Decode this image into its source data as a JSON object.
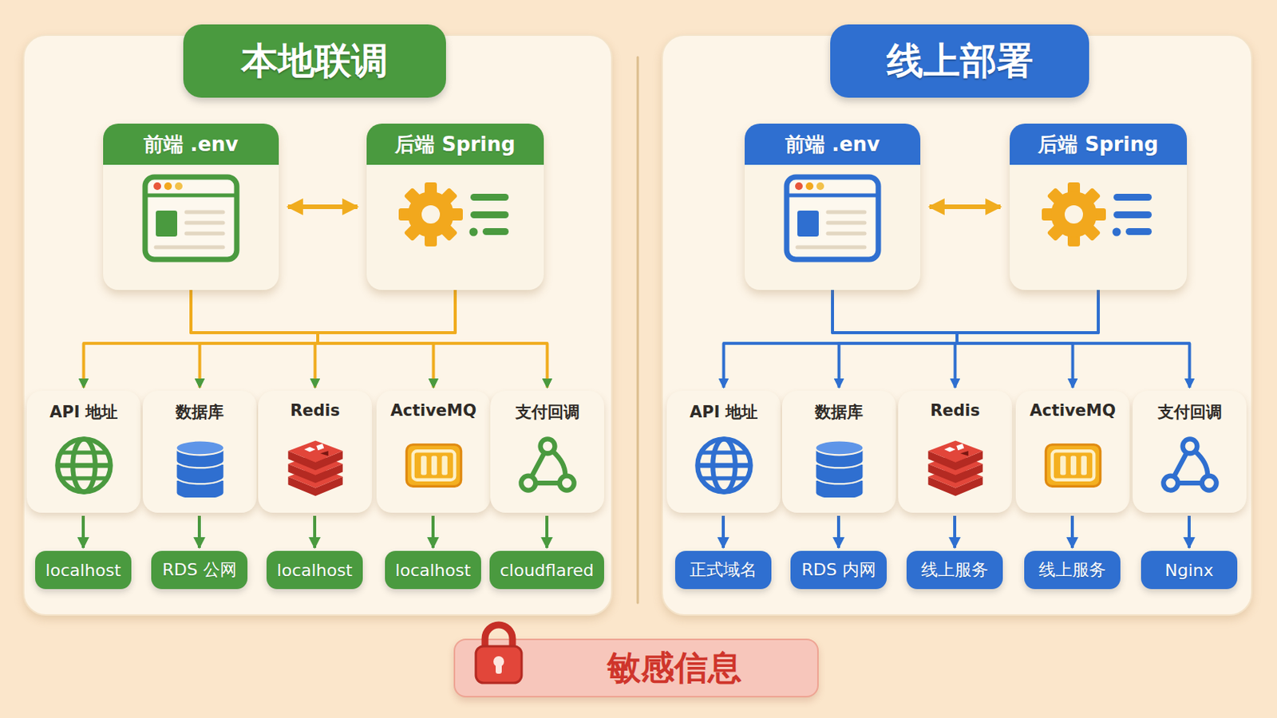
{
  "diagram": {
    "nodes": [
      {
        "text": [
          "本地联调"
        ]
      },
      {
        "text": [
          "前端 .env"
        ],
        "in": 0
      },
      {
        "text": [
          "后端 Spring"
        ],
        "in": 0
      },
      {
        "text": [
          "API 地址"
        ],
        "in": 0
      },
      {
        "text": [
          "数据库"
        ],
        "in": 0
      },
      {
        "text": [
          "Redis"
        ],
        "in": 0
      },
      {
        "text": [
          "ActiveMQ"
        ],
        "in": 0
      },
      {
        "text": [
          "支付回调"
        ],
        "in": 0
      },
      {
        "text": [
          "localhost"
        ],
        "in": 0
      },
      {
        "text": [
          "RDS 公网"
        ],
        "in": 0
      },
      {
        "text": [
          "localhost"
        ],
        "in": 0
      },
      {
        "text": [
          "localhost"
        ],
        "in": 0
      },
      {
        "text": [
          "cloudflared"
        ],
        "in": 0
      },
      {
        "text": [
          "线上部署"
        ]
      },
      {
        "text": [
          "前端 .env"
        ],
        "in": 13
      },
      {
        "text": [
          "后端 Spring"
        ],
        "in": 13
      },
      {
        "text": [
          "API 地址"
        ],
        "in": 13
      },
      {
        "text": [
          "数据库"
        ],
        "in": 13
      },
      {
        "text": [
          "Redis"
        ],
        "in": 13
      },
      {
        "text": [
          "ActiveMQ"
        ],
        "in": 13
      },
      {
        "text": [
          "支付回调"
        ],
        "in": 13
      },
      {
        "text": [
          "正式域名"
        ],
        "in": 13
      },
      {
        "text": [
          "RDS 内网"
        ],
        "in": 13
      },
      {
        "text": [
          "线上服务"
        ],
        "in": 13
      },
      {
        "text": [
          "线上服务"
        ],
        "in": 13
      },
      {
        "text": [
          "Nginx"
        ],
        "in": 13
      },
      {
        "text": [
          "敏感信息"
        ]
      }
    ],
    "edges": [
      {
        "from": 1,
        "to": 2,
        "arrow": "both"
      },
      {
        "from": 1,
        "to": 3,
        "arrow": "to"
      },
      {
        "from": 2,
        "to": 3,
        "arrow": "to"
      },
      {
        "from": 1,
        "to": 4,
        "arrow": "to"
      },
      {
        "from": 2,
        "to": 4,
        "arrow": "to"
      },
      {
        "from": 1,
        "to": 5,
        "arrow": "to"
      },
      {
        "from": 2,
        "to": 5,
        "arrow": "to"
      },
      {
        "from": 1,
        "to": 6,
        "arrow": "to"
      },
      {
        "from": 2,
        "to": 6,
        "arrow": "to"
      },
      {
        "from": 1,
        "to": 7,
        "arrow": "to"
      },
      {
        "from": 2,
        "to": 7,
        "arrow": "to"
      },
      {
        "from": 3,
        "to": 8,
        "arrow": "to"
      },
      {
        "from": 4,
        "to": 9,
        "arrow": "to"
      },
      {
        "from": 5,
        "to": 10,
        "arrow": "to"
      },
      {
        "from": 6,
        "to": 11,
        "arrow": "to"
      },
      {
        "from": 7,
        "to": 12,
        "arrow": "to"
      },
      {
        "from": 14,
        "to": 15,
        "arrow": "both"
      },
      {
        "from": 14,
        "to": 16,
        "arrow": "to"
      },
      {
        "from": 15,
        "to": 16,
        "arrow": "to"
      },
      {
        "from": 14,
        "to": 17,
        "arrow": "to"
      },
      {
        "from": 15,
        "to": 17,
        "arrow": "to"
      },
      {
        "from": 14,
        "to": 18,
        "arrow": "to"
      },
      {
        "from": 15,
        "to": 18,
        "arrow": "to"
      },
      {
        "from": 14,
        "to": 19,
        "arrow": "to"
      },
      {
        "from": 15,
        "to": 19,
        "arrow": "to"
      },
      {
        "from": 14,
        "to": 20,
        "arrow": "to"
      },
      {
        "from": 15,
        "to": 20,
        "arrow": "to"
      },
      {
        "from": 16,
        "to": 21,
        "arrow": "to"
      },
      {
        "from": 17,
        "to": 22,
        "arrow": "to"
      },
      {
        "from": 18,
        "to": 23,
        "arrow": "to"
      },
      {
        "from": 19,
        "to": 24,
        "arrow": "to"
      },
      {
        "from": 20,
        "to": 25,
        "arrow": "to"
      }
    ]
  }
}
